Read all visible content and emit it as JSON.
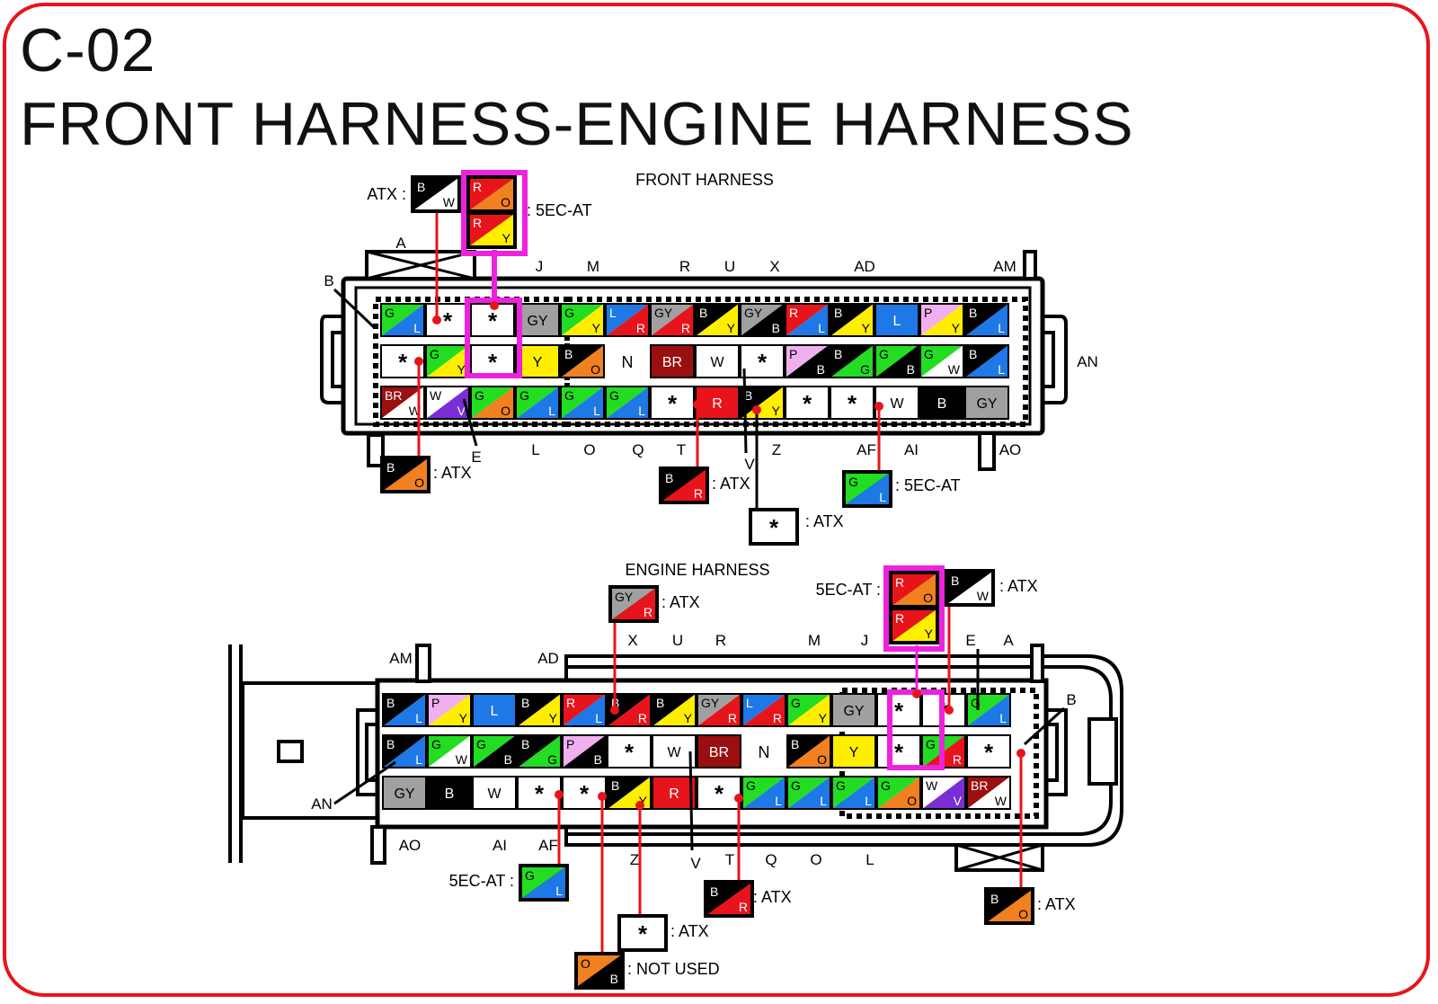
{
  "header": {
    "code": "C-02",
    "title": "FRONT HARNESS-ENGINE HARNESS"
  },
  "wire_colors": {
    "B": "#000000",
    "W": "#ffffff",
    "R": "#e8141b",
    "O": "#f08020",
    "Y": "#ffee00",
    "G": "#22dd22",
    "L": "#1e78e6",
    "GY": "#a0a0a0",
    "P": "#f0b0f0",
    "BR": "#9a1010",
    "V": "#7a2ed6",
    "STAR": "#ffffff"
  },
  "accent": {
    "magenta": "#ee22dd",
    "red": "#e8141b"
  },
  "front": {
    "caption": "FRONT HARNESS",
    "rows": [
      [
        "G/L",
        "*",
        "*",
        "GY",
        "G/Y",
        "L/R",
        "GY/R",
        "B/Y",
        "GY/B",
        "R/L",
        "B/Y",
        "L",
        "P/Y",
        "B/L"
      ],
      [
        "*",
        "G/Y",
        "*",
        "Y",
        "B/O",
        "N",
        "BR",
        "W",
        "*",
        "P/B",
        "B/G",
        "G/B",
        "G/W",
        "B/L"
      ],
      [
        "BR/W",
        "W/V",
        "G/O",
        "G/L",
        "G/L",
        "G/L",
        "*",
        "R",
        "B/Y",
        "*",
        "*",
        "W",
        "B",
        "GY"
      ]
    ],
    "pin_labels": [
      "A",
      "B",
      "J",
      "M",
      "R",
      "U",
      "X",
      "AD",
      "AM",
      "AN",
      "E",
      "L",
      "O",
      "Q",
      "T",
      "V",
      "Z",
      "AF",
      "AI",
      "AO"
    ],
    "notes": [
      {
        "wire": "B/W",
        "label": "ATX :"
      },
      {
        "wire": "R/O",
        "label": ""
      },
      {
        "wire": "R/Y",
        "label": ": 5EC-AT"
      },
      {
        "wire": "B/O",
        "label": ": ATX"
      },
      {
        "wire": "B/R",
        "label": ": ATX"
      },
      {
        "wire": "*",
        "label": ": ATX"
      },
      {
        "wire": "G/L",
        "label": ": 5EC-AT"
      }
    ]
  },
  "engine": {
    "caption": "ENGINE HARNESS",
    "rows": [
      [
        "B/L",
        "P/Y",
        "L",
        "B/Y",
        "R/L",
        "B/R",
        "B/Y",
        "GY/R",
        "L/R",
        "G/Y",
        "GY",
        "*",
        "*",
        "G/L"
      ],
      [
        "B/L",
        "G/W",
        "G/B",
        "B/G",
        "P/B",
        "*",
        "W",
        "BR",
        "N",
        "B/O",
        "Y",
        "*",
        "G/R",
        "*"
      ],
      [
        "GY",
        "B",
        "W",
        "*",
        "*",
        "B/Y",
        "R",
        "*",
        "G/L",
        "G/L",
        "G/L",
        "G/O",
        "W/V",
        "BR/W"
      ]
    ],
    "pin_labels": [
      "X",
      "U",
      "R",
      "M",
      "J",
      "E",
      "A",
      "AM",
      "AD",
      "B",
      "AN",
      "AO",
      "AI",
      "AF",
      "Z",
      "V",
      "T",
      "Q",
      "O",
      "L"
    ],
    "notes": [
      {
        "wire": "GY/R",
        "label": ": ATX"
      },
      {
        "wire": "R/O",
        "label": "5EC-AT :"
      },
      {
        "wire": "R/Y",
        "label": ""
      },
      {
        "wire": "B/W",
        "label": ": ATX"
      },
      {
        "wire": "G/L",
        "label": "5EC-AT :"
      },
      {
        "wire": "B/R",
        "label": ": ATX"
      },
      {
        "wire": "*",
        "label": ": ATX"
      },
      {
        "wire": "O/B",
        "label": ": NOT USED"
      },
      {
        "wire": "B/O",
        "label": ": ATX"
      }
    ]
  }
}
